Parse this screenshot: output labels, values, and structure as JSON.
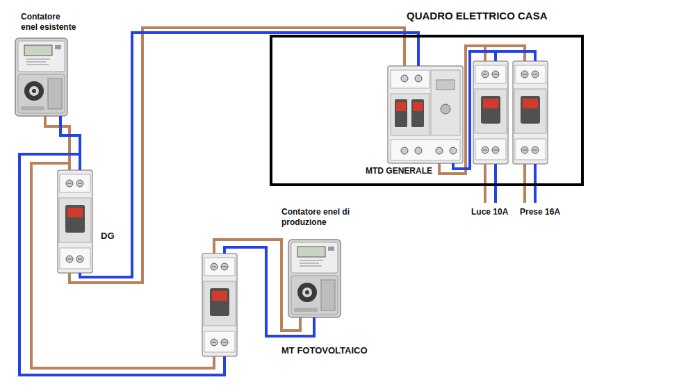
{
  "diagram": {
    "nodes": [
      {
        "text": [
          "Contatore enel esistente"
        ]
      },
      {
        "text": [
          "QUADRO ELETTRICO CASA"
        ]
      },
      {
        "text": [
          "MTD GENERALE"
        ],
        "in": 1
      },
      {
        "text": [
          "Luce 10A"
        ],
        "in": 1
      },
      {
        "text": [
          "Prese 16A"
        ],
        "in": 1
      },
      {
        "text": [
          "DG"
        ]
      },
      {
        "text": [
          "Contatore enel di produzione"
        ]
      },
      {
        "text": [
          "MT FOTOVOLTAICO"
        ]
      }
    ],
    "edges": [
      {
        "from": 0,
        "to": 5,
        "arrow": "none"
      },
      {
        "from": 5,
        "to": 2,
        "arrow": "none"
      },
      {
        "from": 2,
        "to": 3,
        "arrow": "none"
      },
      {
        "from": 2,
        "to": 4,
        "arrow": "none"
      },
      {
        "from": 5,
        "to": 7,
        "arrow": "none"
      },
      {
        "from": 6,
        "to": 7,
        "arrow": "none"
      }
    ]
  }
}
